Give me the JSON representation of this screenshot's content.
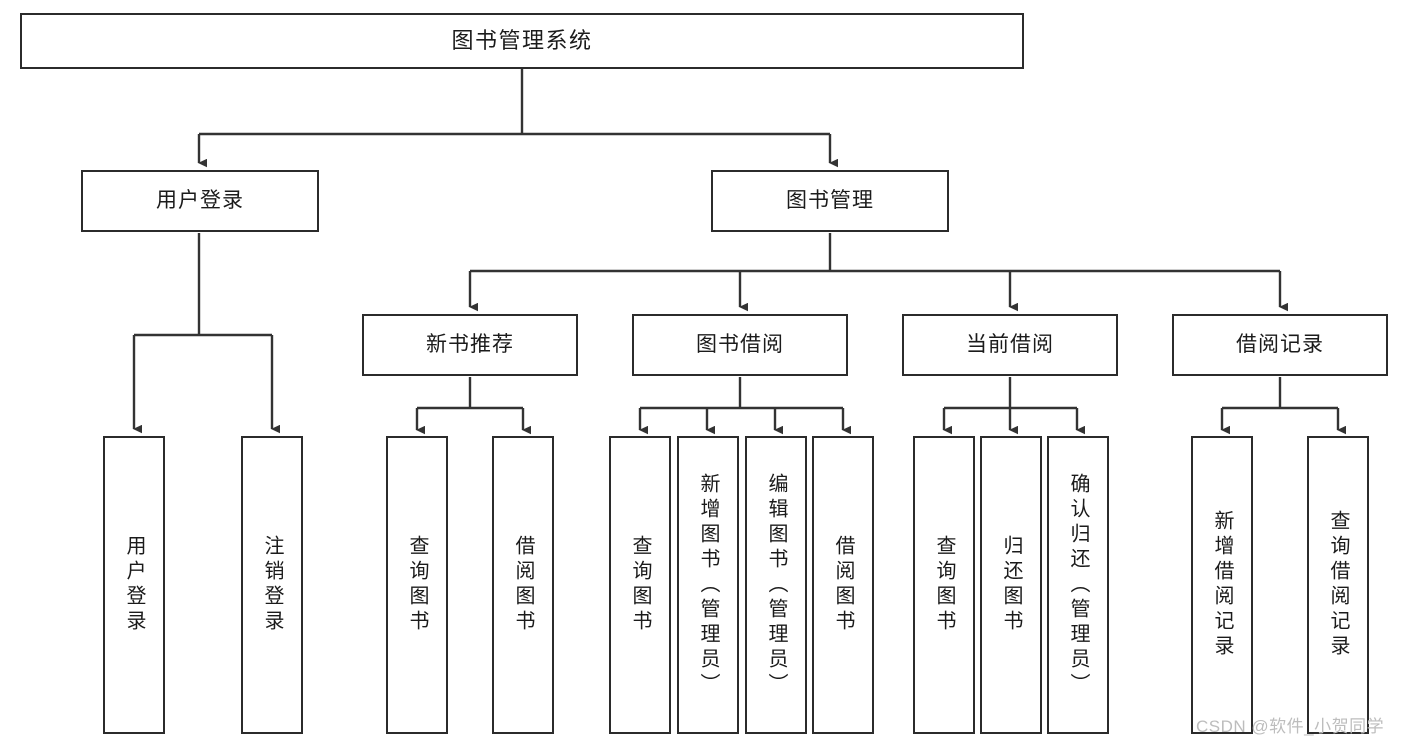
{
  "diagram": {
    "type": "tree-hierarchy",
    "title": "图书管理系统",
    "watermark": "CSDN @软件_小贺同学",
    "colors": {
      "box_border": "#2b2b2b",
      "box_fill": "#ffffff",
      "connector": "#333333",
      "text": "#1b1b1b",
      "watermark": "#bdbdbd",
      "background": "#ffffff"
    },
    "levels": {
      "root": "图书管理系统",
      "level2": [
        "用户登录",
        "图书管理"
      ],
      "level3": [
        "新书推荐",
        "图书借阅",
        "当前借阅",
        "借阅记录"
      ]
    },
    "nodes": {
      "root": {
        "label": "图书管理系统",
        "orientation": "horizontal"
      },
      "user_login": {
        "label": "用户登录",
        "orientation": "horizontal"
      },
      "book_manage": {
        "label": "图书管理",
        "orientation": "horizontal"
      },
      "new_book_rec": {
        "label": "新书推荐",
        "orientation": "horizontal"
      },
      "book_borrow": {
        "label": "图书借阅",
        "orientation": "horizontal"
      },
      "current_borrow": {
        "label": "当前借阅",
        "orientation": "horizontal"
      },
      "borrow_record": {
        "label": "借阅记录",
        "orientation": "horizontal"
      },
      "leaf_user_login": {
        "label": "用户登录",
        "orientation": "vertical"
      },
      "leaf_logout": {
        "label": "注销登录",
        "orientation": "vertical"
      },
      "leaf_query_book_1": {
        "label": "查询图书",
        "orientation": "vertical"
      },
      "leaf_borrow_book_1": {
        "label": "借阅图书",
        "orientation": "vertical"
      },
      "leaf_query_book_2": {
        "label": "查询图书",
        "orientation": "vertical"
      },
      "leaf_add_book": {
        "label": "新增图书（管理员）",
        "orientation": "vertical"
      },
      "leaf_edit_book": {
        "label": "编辑图书（管理员）",
        "orientation": "vertical"
      },
      "leaf_borrow_book_2": {
        "label": "借阅图书",
        "orientation": "vertical"
      },
      "leaf_query_book_3": {
        "label": "查询图书",
        "orientation": "vertical"
      },
      "leaf_return_book": {
        "label": "归还图书",
        "orientation": "vertical"
      },
      "leaf_confirm_return": {
        "label": "确认归还（管理员）",
        "orientation": "vertical"
      },
      "leaf_add_record": {
        "label": "新增借阅记录",
        "orientation": "vertical"
      },
      "leaf_query_record": {
        "label": "查询借阅记录",
        "orientation": "vertical"
      }
    },
    "edges": [
      {
        "from": "图书管理系统",
        "to": "用户登录"
      },
      {
        "from": "图书管理系统",
        "to": "图书管理"
      },
      {
        "from": "用户登录",
        "to": "用户登录(叶)"
      },
      {
        "from": "用户登录",
        "to": "注销登录"
      },
      {
        "from": "图书管理",
        "to": "新书推荐"
      },
      {
        "from": "图书管理",
        "to": "图书借阅"
      },
      {
        "from": "图书管理",
        "to": "当前借阅"
      },
      {
        "from": "图书管理",
        "to": "借阅记录"
      },
      {
        "from": "新书推荐",
        "to": "查询图书"
      },
      {
        "from": "新书推荐",
        "to": "借阅图书"
      },
      {
        "from": "图书借阅",
        "to": "查询图书"
      },
      {
        "from": "图书借阅",
        "to": "新增图书（管理员）"
      },
      {
        "from": "图书借阅",
        "to": "编辑图书（管理员）"
      },
      {
        "from": "图书借阅",
        "to": "借阅图书"
      },
      {
        "from": "当前借阅",
        "to": "查询图书"
      },
      {
        "from": "当前借阅",
        "to": "归还图书"
      },
      {
        "from": "当前借阅",
        "to": "确认归还（管理员）"
      },
      {
        "from": "借阅记录",
        "to": "新增借阅记录"
      },
      {
        "from": "借阅记录",
        "to": "查询借阅记录"
      }
    ]
  }
}
